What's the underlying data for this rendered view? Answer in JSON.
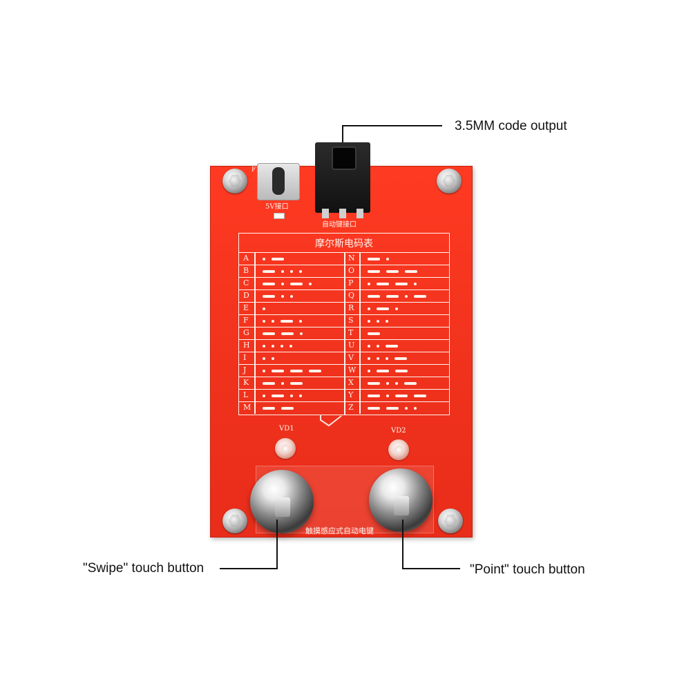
{
  "callouts": {
    "jack": "3.5MM code output",
    "swipe": "\"Swipe\" touch button",
    "point": "\"Point\" touch button"
  },
  "board": {
    "usb_label": "5V接口",
    "fuse_label": "F1",
    "jack_label": "自动键接口",
    "table_title": "摩尔斯电码表",
    "led1_label": "VD1",
    "led2_label": "VD2",
    "bottom_label": "触摸感应式自动电键"
  },
  "morse": {
    "left": [
      {
        "letter": "A",
        "code": ".-"
      },
      {
        "letter": "B",
        "code": "-..."
      },
      {
        "letter": "C",
        "code": "-.-."
      },
      {
        "letter": "D",
        "code": "-.."
      },
      {
        "letter": "E",
        "code": "."
      },
      {
        "letter": "F",
        "code": "..-."
      },
      {
        "letter": "G",
        "code": "--."
      },
      {
        "letter": "H",
        "code": "...."
      },
      {
        "letter": "I",
        "code": ".."
      },
      {
        "letter": "J",
        "code": ".---"
      },
      {
        "letter": "K",
        "code": "-.-"
      },
      {
        "letter": "L",
        "code": ".-.."
      },
      {
        "letter": "M",
        "code": "--"
      }
    ],
    "right": [
      {
        "letter": "N",
        "code": "-."
      },
      {
        "letter": "O",
        "code": "---"
      },
      {
        "letter": "P",
        "code": ".--."
      },
      {
        "letter": "Q",
        "code": "--.-"
      },
      {
        "letter": "R",
        "code": ".-."
      },
      {
        "letter": "S",
        "code": "..."
      },
      {
        "letter": "T",
        "code": "-"
      },
      {
        "letter": "U",
        "code": "..-"
      },
      {
        "letter": "V",
        "code": "...-"
      },
      {
        "letter": "W",
        "code": ".--"
      },
      {
        "letter": "X",
        "code": "-..-"
      },
      {
        "letter": "Y",
        "code": "-.--"
      },
      {
        "letter": "Z",
        "code": "--.."
      }
    ]
  },
  "colors": {
    "board": "#f0321d",
    "silkscreen": "#fff5ee"
  }
}
